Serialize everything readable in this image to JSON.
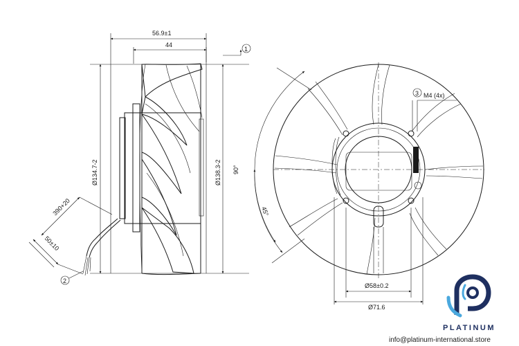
{
  "side_view": {
    "overall_depth": "56.9±1",
    "blade_depth": "44",
    "inlet_diameter": "Ø134.7-2",
    "outer_diameter": "Ø138.3-2",
    "cable_length": "390+20",
    "strip_length": "50±10",
    "callout_1": "1",
    "callout_2": "2"
  },
  "front_view": {
    "angle_90": "90°",
    "angle_45": "45°",
    "screw_callout": "3",
    "screw_label": "M4 (4x)",
    "hub_diameter": "Ø58±0.2",
    "hole_circle_diameter": "Ø71.6"
  },
  "branding": {
    "logo_name": "platinum-logo",
    "name": "PLATINUM",
    "email": "info@platinum-international.store",
    "color_primary": "#1e2f60",
    "color_accent": "#4aa8de"
  }
}
